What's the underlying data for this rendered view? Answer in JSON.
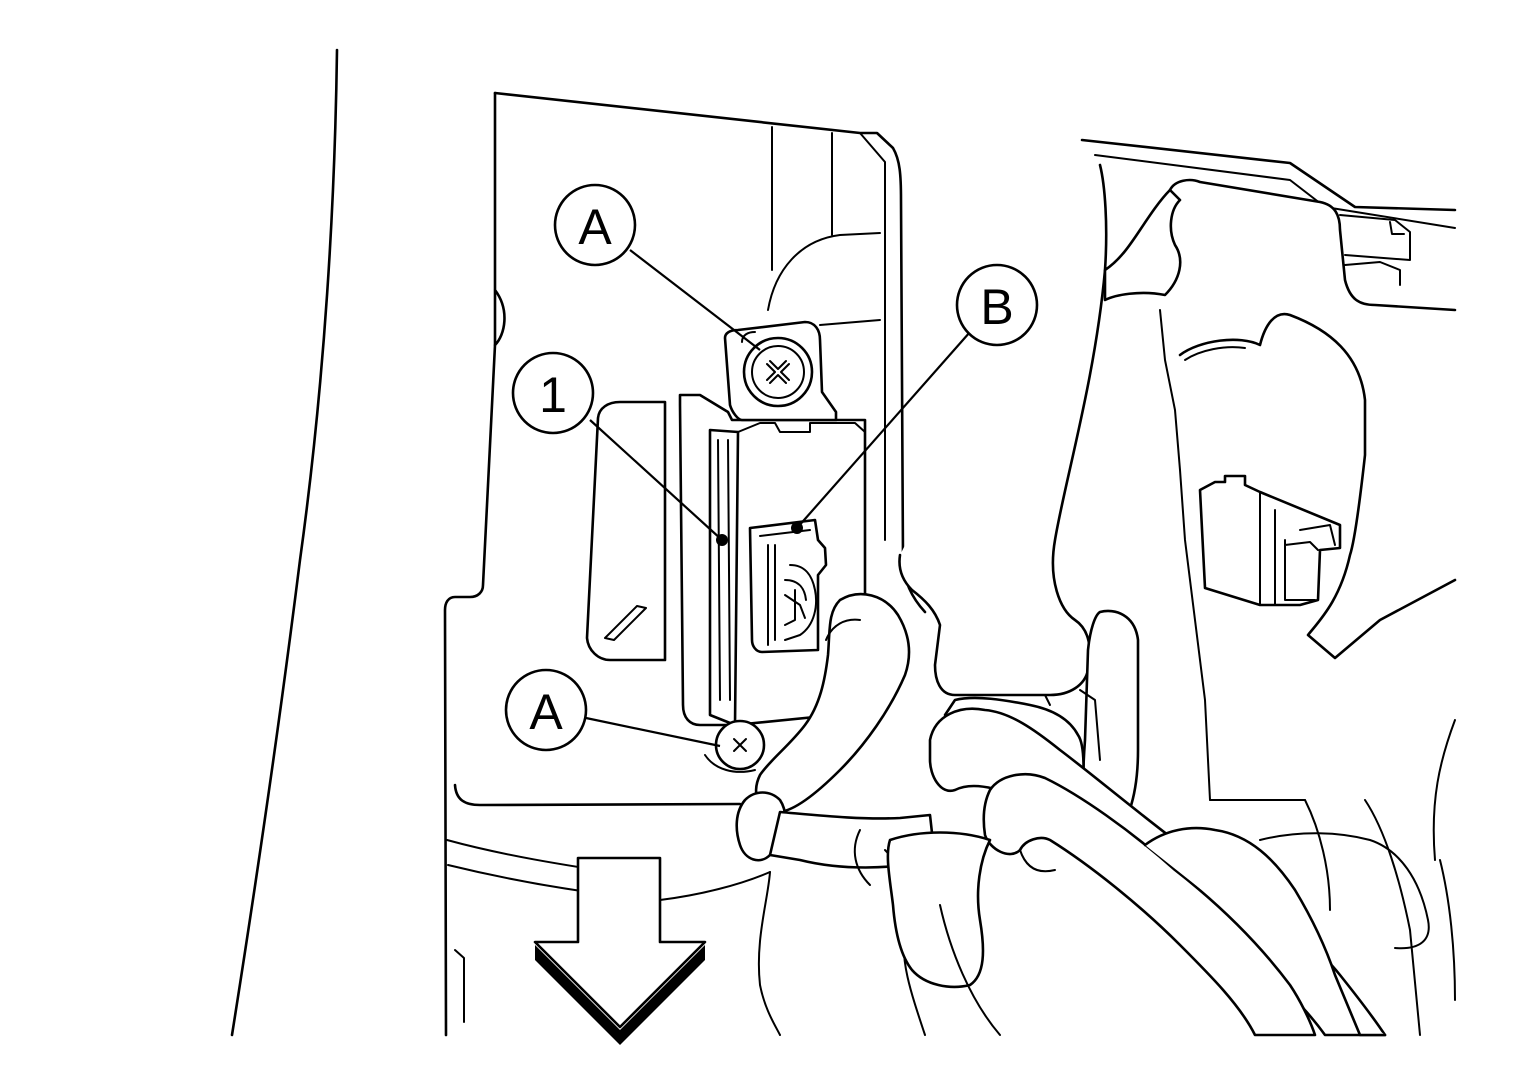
{
  "callouts": {
    "a_top": "A",
    "one": "1",
    "b": "B",
    "a_bottom": "A"
  },
  "icons": {
    "arrow": "down-arrow-icon",
    "screw": "screw-icon"
  },
  "colors": {
    "line": "#000000",
    "background": "#ffffff",
    "arrow_shadow": "#000000"
  }
}
